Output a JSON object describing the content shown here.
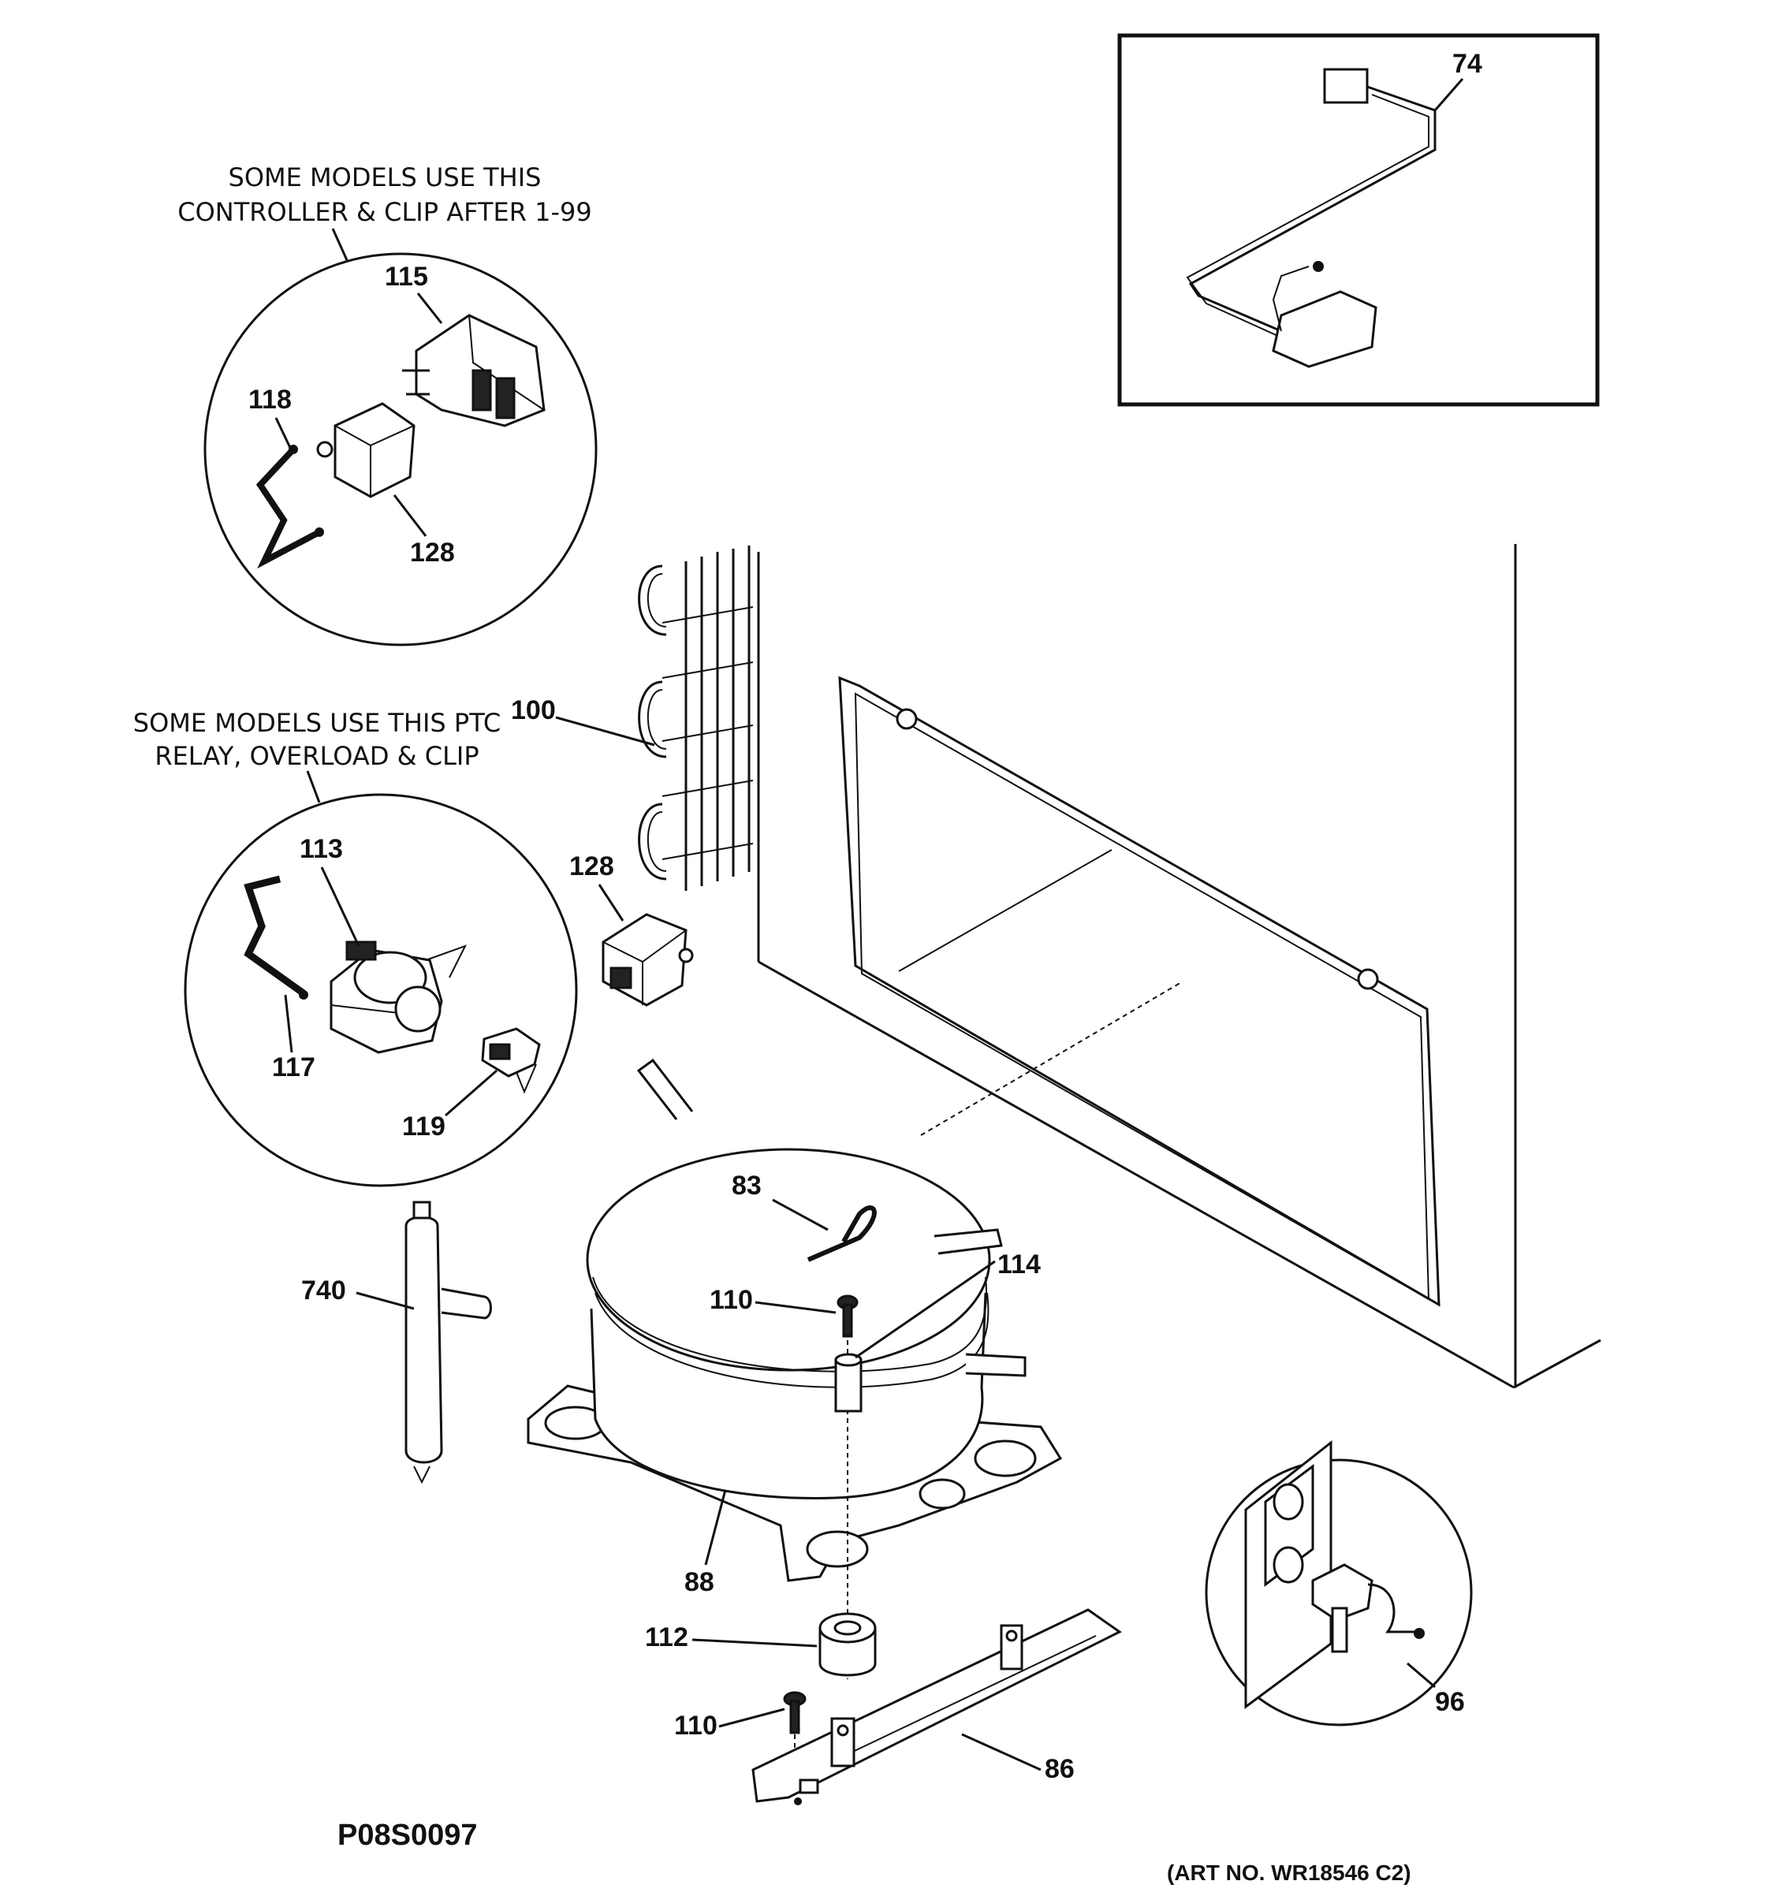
{
  "notes": {
    "controller_line1": "SOME MODELS USE THIS",
    "controller_line2": "CONTROLLER & CLIP AFTER 1-99",
    "ptc_line1": "SOME MODELS USE THIS PTC",
    "ptc_line2": "RELAY, OVERLOAD & CLIP"
  },
  "labels": {
    "p74": "74",
    "p115": "115",
    "p118": "118",
    "p128a": "128",
    "p100": "100",
    "p128b": "128",
    "p113": "113",
    "p117": "117",
    "p119": "119",
    "p83": "83",
    "p114": "114",
    "p110a": "110",
    "p740": "740",
    "p88": "88",
    "p112": "112",
    "p110b": "110",
    "p86": "86",
    "p96": "96"
  },
  "footer": {
    "drawing_code": "P08S0097",
    "art_number": "(ART NO. WR18546 C2)"
  }
}
